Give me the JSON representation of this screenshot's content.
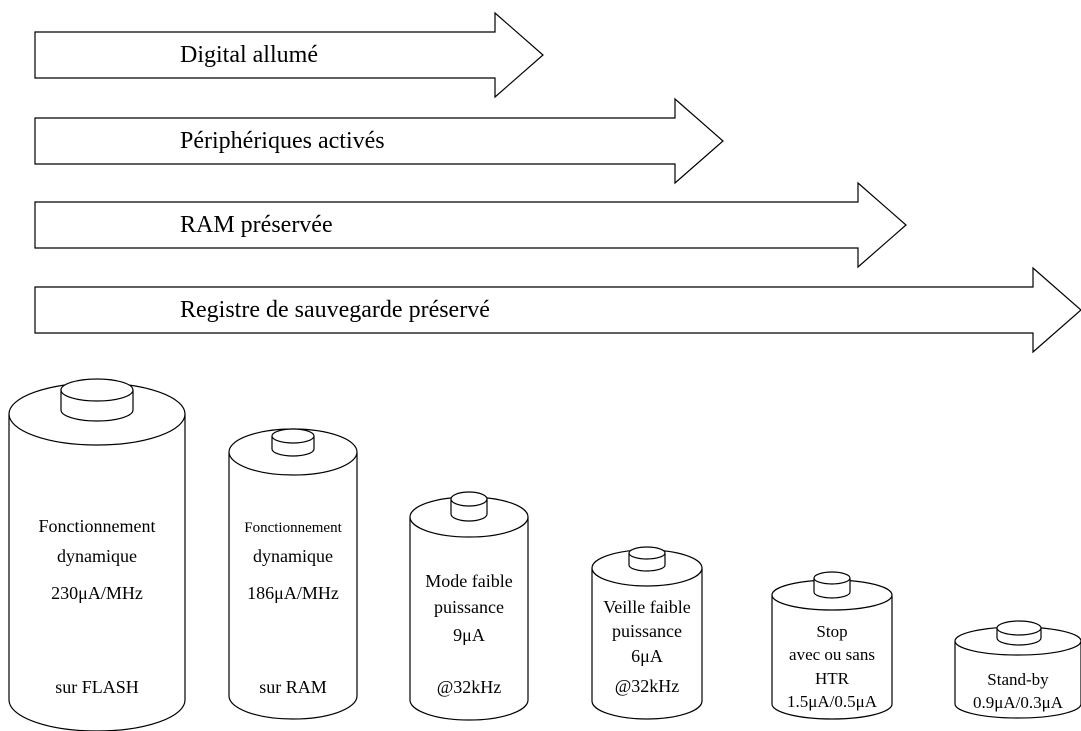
{
  "colors": {
    "stroke": "#000000",
    "fill": "#ffffff",
    "background": "#ffffff"
  },
  "arrows": [
    {
      "label": "Digital allumé"
    },
    {
      "label": "Périphériques activés"
    },
    {
      "label": "RAM préservée"
    },
    {
      "label": "Registre de sauvegarde préservé"
    }
  ],
  "batteries": [
    {
      "lines": [
        "Fonctionnement",
        "dynamique",
        "230μA/MHz"
      ],
      "bottom": "sur FLASH"
    },
    {
      "lines": [
        "Fonctionnement",
        "dynamique",
        "186μA/MHz"
      ],
      "bottom": "sur RAM"
    },
    {
      "lines": [
        "Mode faible",
        "puissance",
        "9μA"
      ],
      "bottom": "@32kHz"
    },
    {
      "lines": [
        "Veille faible",
        "puissance",
        "6μA"
      ],
      "bottom": "@32kHz"
    },
    {
      "lines": [
        "Stop",
        "avec ou sans",
        "HTR",
        "1.5μA/0.5μA"
      ],
      "bottom": ""
    },
    {
      "lines": [
        "Stand-by",
        "0.9μA/0.3μA"
      ],
      "bottom": ""
    }
  ]
}
